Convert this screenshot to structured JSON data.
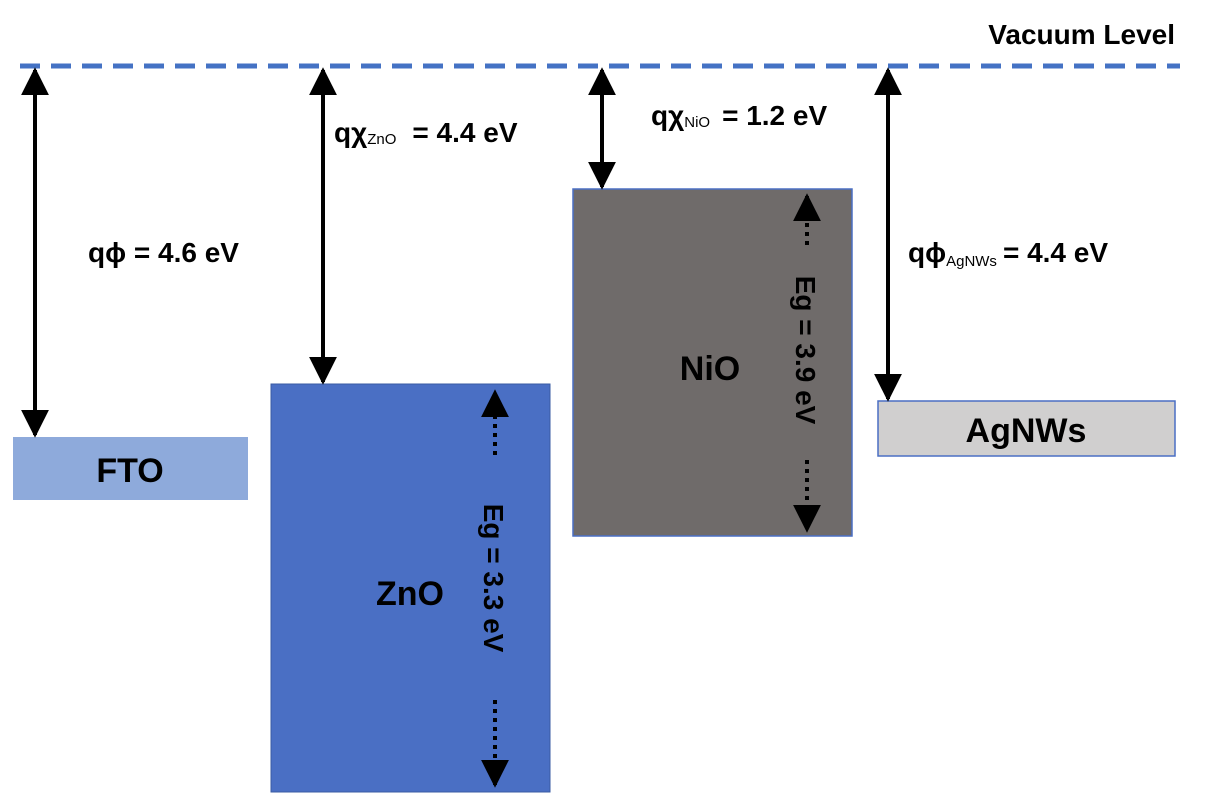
{
  "vacuum_level": {
    "label": "Vacuum Level"
  },
  "layers": {
    "fto": {
      "name": "FTO",
      "work_function": {
        "prefix": "qϕ",
        "value": "= 4.6 eV"
      }
    },
    "zno": {
      "name": "ZnO",
      "electron_affinity": {
        "prefix": "qχ",
        "subscript": "ZnO",
        "value": "=  4.4 eV"
      },
      "band_gap": "Eg = 3.3 eV"
    },
    "nio": {
      "name": "NiO",
      "electron_affinity": {
        "prefix": "qχ",
        "subscript": "NiO",
        "value": "= 1.2 eV"
      },
      "band_gap": "Eg = 3.9 eV"
    },
    "agnws": {
      "name": "AgNWs",
      "work_function": {
        "prefix": "qϕ",
        "subscript": "AgNWs",
        "value": "= 4.4 eV"
      }
    }
  },
  "colors": {
    "vacuum_line": "#4472c4",
    "fto_fill": "#8eaadb",
    "zno_fill": "#4a6fc4",
    "nio_fill": "#6f6b6a",
    "agnws_fill": "#d0cfcf",
    "arrow": "#000000"
  }
}
